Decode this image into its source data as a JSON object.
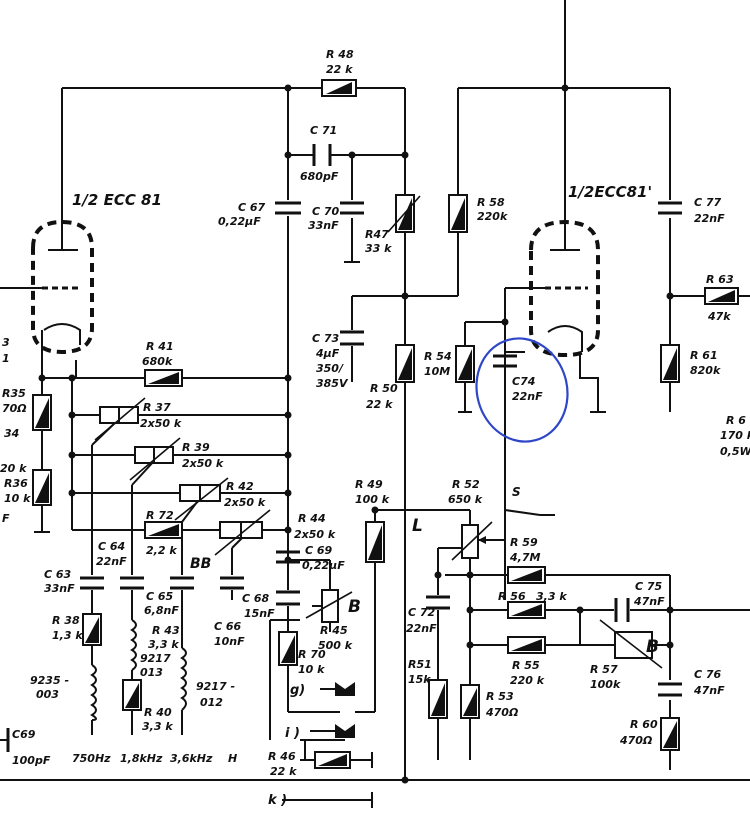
{
  "tubes": {
    "left": "1/2 ECC 81",
    "right": "1/2ECC81'"
  },
  "labels": {
    "r48": "R 48",
    "r48v": "22 k",
    "c71": "C 71",
    "c71v": "680pF",
    "c67": "C 67",
    "c67v": "0,22µF",
    "c70": "C 70",
    "c70v": "33nF",
    "r47": "R47",
    "r47v": "33 k",
    "r58": "R 58",
    "r58v": "220k",
    "c77": "C 77",
    "c77v": "22nF",
    "r63": "R 63",
    "r63v": "47k",
    "r61": "R 61",
    "r61v": "820k",
    "c73": "C 73",
    "c73v1": "4µF",
    "c73v2": "350/",
    "c73v3": "385V",
    "r54": "R 54",
    "r54v": "10M",
    "c74": "C74",
    "c74v": "22nF",
    "r50": "R 50",
    "r50v": "22 k",
    "r41": "R 41",
    "r41v": "680k",
    "r37": "R 37",
    "r37v": "2x50 k",
    "r39": "R 39",
    "r39v": "2x50 k",
    "r42": "R 42",
    "r42v": "2x50 k",
    "r72": "R 72",
    "r72v": "2,2 k",
    "r44": "R 44",
    "r44v": "2x50 k",
    "c69": "C 69",
    "c69v": "0,22µF",
    "c68": "C 68",
    "c68v": "15nF",
    "r45": "R 45",
    "r45v": "500 k",
    "r70": "R 70",
    "r70v": "10 k",
    "r49": "R 49",
    "r49v": "100 k",
    "r52": "R 52",
    "r52v": "650 k",
    "r59": "R 59",
    "r59v": "4,7M",
    "c75": "C 75",
    "c75v": "47nF",
    "r56": "R 56",
    "r56v": "3,3 k",
    "r55": "R 55",
    "r55v": "220 k",
    "r57": "R 57",
    "r57v": "100k",
    "c76": "C 76",
    "c76v": "47nF",
    "r60": "R 60",
    "r60v": "470Ω",
    "c72": "C 72",
    "c72v": "22nF",
    "r51": "R51",
    "r51v": "15k",
    "r53": "R 53",
    "r53v": "470Ω",
    "r46": "R 46",
    "r46v": "22 k",
    "c63": "C 63",
    "c63v": "33nF",
    "c64": "C 64",
    "c64v": "22nF",
    "c65": "C 65",
    "c65v": "6,8nF",
    "c66": "C 66",
    "c66v": "10nF",
    "r38": "R 38",
    "r38v": "1,3 k",
    "r43": "R 43",
    "r43v": "3,3 k",
    "r40": "R 40",
    "r40v": "3,3 k",
    "coil1a": "9235 -",
    "coil1b": "003",
    "coil2a": "9217",
    "coil2b": "013",
    "coil3a": "9217 -",
    "coil3b": "012",
    "c69b": "C69",
    "c69bv": "100pF",
    "f750": "750Hz",
    "f18": "1,8kHz",
    "f36": "3,6kHz",
    "fh": "H",
    "r35": "R35",
    "r35v": "70Ω",
    "r34": "34",
    "r34v": "20 k",
    "r36": "R36",
    "r36v": "10 k",
    "r6x": "R 6",
    "r6xv1": "170 k",
    "r6xv2": "0,5W",
    "n33": "3",
    "n1": "1",
    "fL": "F",
    "bb": "BB",
    "b1": "B",
    "b2": "B",
    "L": "L",
    "S": "S",
    "g": "g)",
    "i": "i )",
    "k": "k )"
  },
  "annotation": {
    "color": "#2e46c8"
  }
}
